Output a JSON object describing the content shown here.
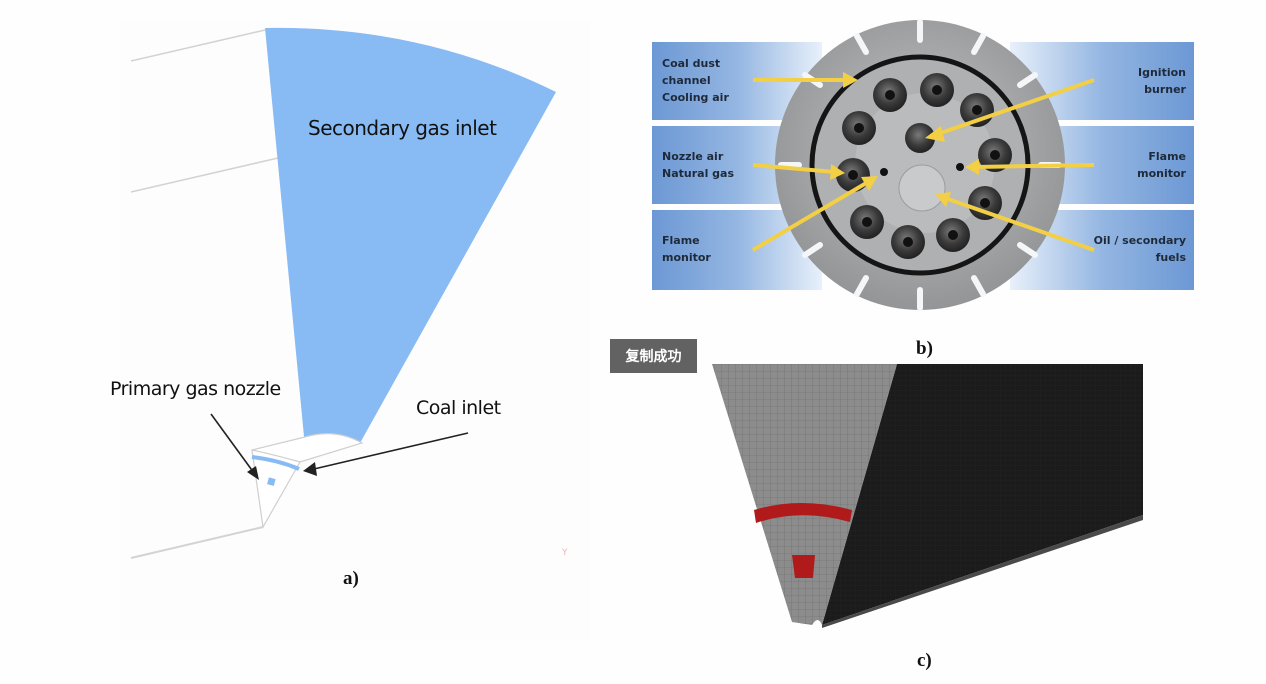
{
  "figure": {
    "panel_a": {
      "caption": "a)",
      "labels": {
        "secondary_gas_inlet": "Secondary gas inlet",
        "primary_gas_nozzle": "Primary gas nozzle",
        "coal_inlet": "Coal inlet"
      },
      "axis_marker": "Y",
      "colors": {
        "inlet_fill": "#88bbf4",
        "outline": "#d0d0d0",
        "arrow": "#222222"
      }
    },
    "panel_b": {
      "caption": "b)",
      "labels": {
        "coal_dust": [
          "Coal dust",
          "channel",
          "Cooling air"
        ],
        "nozzle_air": [
          "Nozzle air",
          "Natural gas"
        ],
        "flame_monitor_left": [
          "Flame",
          "monitor"
        ],
        "ignition_burner": [
          "Ignition",
          "burner"
        ],
        "flame_monitor_right": [
          "Flame",
          "monitor"
        ],
        "oil_secondary": [
          "Oil / secondary",
          "fuels"
        ]
      },
      "colors": {
        "band": "#6d9ad6",
        "arrow": "#f2cf45",
        "metal": "#a4a6a8",
        "ring": "#151515"
      }
    },
    "panel_c": {
      "caption": "c)",
      "colors": {
        "mesh_light": "#8c8c8c",
        "mesh_dark": "#1b1b1b",
        "highlight": "#b01a1a"
      }
    }
  },
  "toast": {
    "text": "复制成功"
  }
}
